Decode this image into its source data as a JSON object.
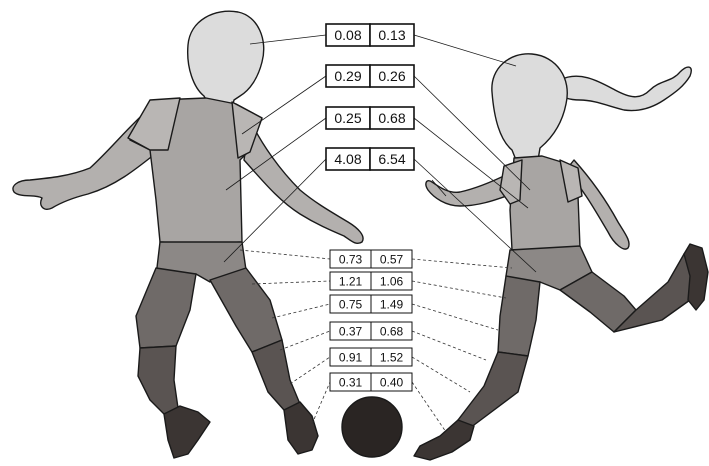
{
  "segments": [
    {
      "name": "head",
      "left": "0.08",
      "right": "0.13"
    },
    {
      "name": "upper-arm",
      "left": "0.29",
      "right": "0.26"
    },
    {
      "name": "forearm",
      "left": "0.25",
      "right": "0.68"
    },
    {
      "name": "trunk",
      "left": "4.08",
      "right": "6.54"
    },
    {
      "name": "pelvis",
      "left": "0.73",
      "right": "0.57"
    },
    {
      "name": "thigh-upper",
      "left": "1.21",
      "right": "1.06"
    },
    {
      "name": "thigh-lower",
      "left": "0.75",
      "right": "1.49"
    },
    {
      "name": "knee",
      "left": "0.37",
      "right": "0.68"
    },
    {
      "name": "shank",
      "left": "0.91",
      "right": "1.52"
    },
    {
      "name": "foot",
      "left": "0.31",
      "right": "0.40"
    }
  ],
  "colors": {
    "head": "#dcdcdc",
    "torso": "#a8a5a3",
    "pelvis": "#8c8886",
    "thigh": "#6f6a68",
    "shank": "#5a5452",
    "foot": "#3b3533",
    "ball": "#2a2523"
  }
}
